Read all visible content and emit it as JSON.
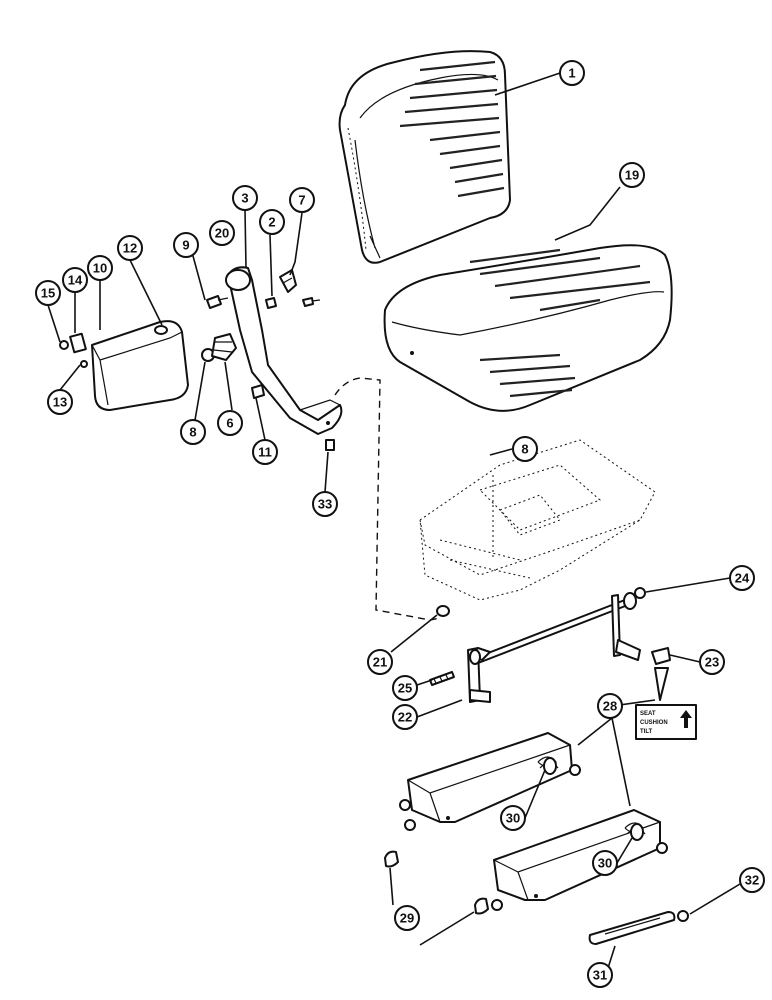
{
  "callouts": [
    {
      "id": "1",
      "label": "1"
    },
    {
      "id": "2",
      "label": "2"
    },
    {
      "id": "3",
      "label": "3"
    },
    {
      "id": "6",
      "label": "6"
    },
    {
      "id": "7",
      "label": "7"
    },
    {
      "id": "8a",
      "label": "8"
    },
    {
      "id": "8b",
      "label": "8"
    },
    {
      "id": "9",
      "label": "9"
    },
    {
      "id": "10",
      "label": "10"
    },
    {
      "id": "11",
      "label": "11"
    },
    {
      "id": "12",
      "label": "12"
    },
    {
      "id": "13",
      "label": "13"
    },
    {
      "id": "14",
      "label": "14"
    },
    {
      "id": "15",
      "label": "15"
    },
    {
      "id": "19",
      "label": "19"
    },
    {
      "id": "20",
      "label": "20"
    },
    {
      "id": "21",
      "label": "21"
    },
    {
      "id": "22",
      "label": "22"
    },
    {
      "id": "23",
      "label": "23"
    },
    {
      "id": "24",
      "label": "24"
    },
    {
      "id": "25",
      "label": "25"
    },
    {
      "id": "28",
      "label": "28"
    },
    {
      "id": "29",
      "label": "29"
    },
    {
      "id": "30a",
      "label": "30"
    },
    {
      "id": "30b",
      "label": "30"
    },
    {
      "id": "31",
      "label": "31"
    },
    {
      "id": "32",
      "label": "32"
    },
    {
      "id": "33",
      "label": "33"
    }
  ],
  "decal": {
    "line1": "SEAT",
    "line2": "CUSHION",
    "line3": "TILT"
  }
}
